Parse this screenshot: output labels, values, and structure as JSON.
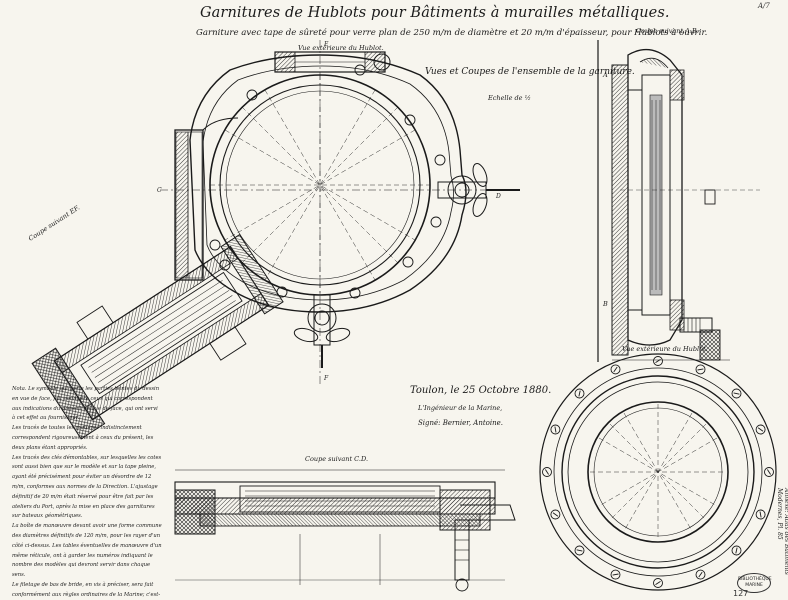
{
  "title": "Garnitures de Hublots pour Bâtiments à murailles métalliques.",
  "subtitle": "Garniture avec tape de sûreté pour verre plan de 250 m/m de diamètre et 20 m/m d'épaisseur, pour Hublots à ouvrir.",
  "labels": {
    "vue_exterieure_top": "Vue extérieure du Hublot.",
    "coupe_ab": "Coupe suivant A.B.",
    "coupe_ef": "Coupe suivant EF.",
    "coupe_cd": "Coupe suivant C.D.",
    "vue_exterieure_bottom": "Vue extérieure du Hublot.",
    "vues_coupes": "Vues et Coupes de l'ensemble de la garniture.",
    "echelle": "Echelle de ½",
    "letter_a": "A",
    "letter_b": "B",
    "letter_c": "C",
    "letter_d": "D",
    "letter_e": "E",
    "letter_f": "F"
  },
  "signature": {
    "date": "Toulon, le 25 Octobre 1880.",
    "role": "L'Ingénieur de la Marine,",
    "name": "Signé: Bernier, Antoine."
  },
  "notes": {
    "p1": "Nota. Le symbole qui porte les parties teintes du dessin en vue de face, fait connaître ceux qui correspondent aux indications du présent en vue de face, qui ont servi à cet effet au fournisseur.",
    "p2": "Les tracés de toutes les matières indistinctement correspondent rigoureusement à ceux du présent, les deux plans étant appropriés.",
    "p3": "Les tracés des clés démontables, sur lesquelles les cotes sont aussi bien que sur le modèle et sur la tape pleine, ayant été précisément pour éviter un désordre de 12 m/m, conformes aux normes de la Direction. L'ajustage définitif de 20 m/m était réservé pour être fait par les ateliers du Port, après la mise en place des garnitures sur bateaux géométriques.",
    "p4": "La boîte de manœuvre devant avoir une forme commune des diamètres définitifs de 120 m/m, pour les rayer d'un côté ci-dessus. Les tables éventuelles de manœuvre d'un même réticule, ont à garder les numéros indiquant le nombre des modèles qui devront servir dans chaque sens.",
    "p5": "Le filetage de bas de bride, en vis à préciser, sera fait conformément aux règles ordinaires de la Marine; c'est-à-dire que les valeurs de filet seront des triangles équilatéraux."
  },
  "side_note": "Annexe: Atlas des Bâtiments Modernes, Pl. 85",
  "stamp": {
    "line1": "BIBLIOTHÈQUE",
    "line2": "MARINE"
  },
  "page_number": "127"
}
